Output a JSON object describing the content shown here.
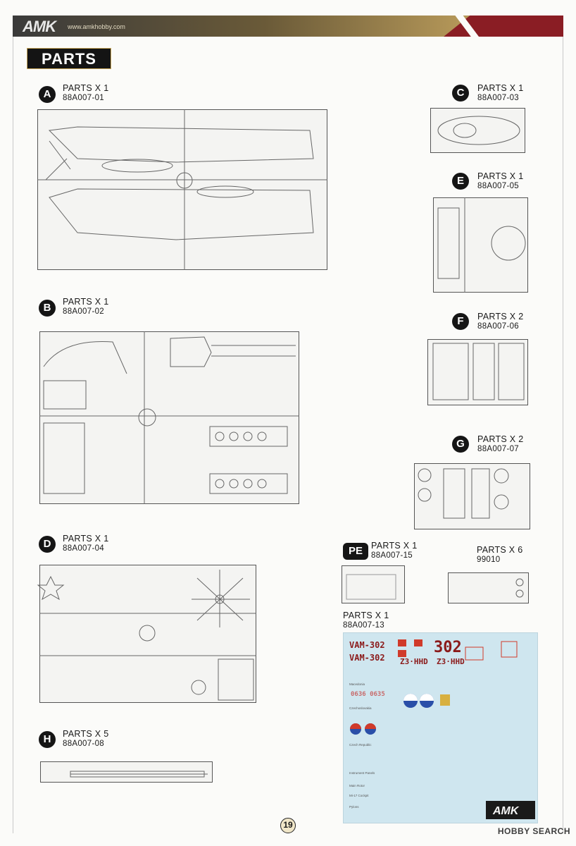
{
  "header": {
    "logo": "AMK",
    "website": "www.amkhobby.com"
  },
  "section_title": "PARTS",
  "parts": [
    {
      "id": "A",
      "qty": "PARTS X 1",
      "code": "88A007-01"
    },
    {
      "id": "B",
      "qty": "PARTS X 1",
      "code": "88A007-02"
    },
    {
      "id": "C",
      "qty": "PARTS X 1",
      "code": "88A007-03"
    },
    {
      "id": "D",
      "qty": "PARTS X 1",
      "code": "88A007-04"
    },
    {
      "id": "E",
      "qty": "PARTS X 1",
      "code": "88A007-05"
    },
    {
      "id": "F",
      "qty": "PARTS X 2",
      "code": "88A007-06"
    },
    {
      "id": "G",
      "qty": "PARTS X 2",
      "code": "88A007-07"
    },
    {
      "id": "H",
      "qty": "PARTS X 5",
      "code": "88A007-08"
    },
    {
      "id": "PE",
      "qty": "PARTS X 1",
      "code": "88A007-15"
    },
    {
      "id": "",
      "qty": "PARTS X 6",
      "code": "99010"
    },
    {
      "id": "",
      "qty": "PARTS X 1",
      "code": "88A007-13"
    }
  ],
  "decal": {
    "reg1": "VAM-302",
    "reg2": "VAM-302",
    "num": "302",
    "z1": "Z3·HHD",
    "z2": "Z3·HHD",
    "labels": [
      "Macedonia",
      "Czechoslovakia",
      "Czech Republic",
      "Instrument Panels",
      "Main Rotor",
      "Mi-17 Cockpit",
      "Pylons"
    ],
    "serials": "0636 0635"
  },
  "page_number": "19",
  "watermark": "HOBBY SEARCH",
  "colors": {
    "header_red": "#8a1d24",
    "badge": "#151515",
    "decal_bg": "#cfe6ef",
    "decal_red": "#8b1a1a"
  }
}
